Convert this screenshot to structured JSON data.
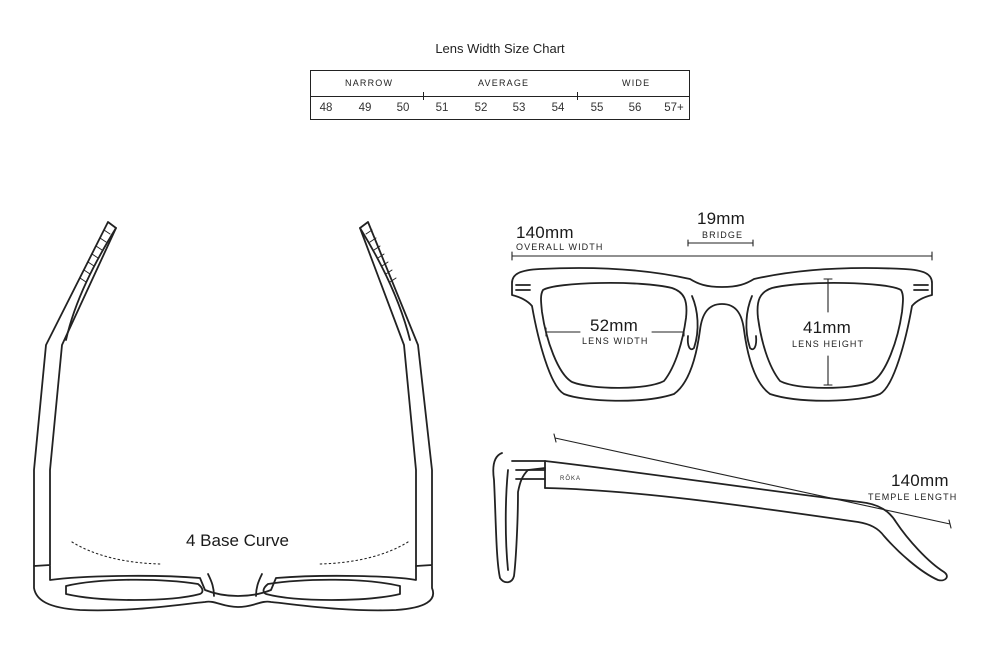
{
  "size_chart": {
    "title": "Lens Width Size Chart",
    "categories": [
      "NARROW",
      "AVERAGE",
      "WIDE"
    ],
    "sizes": [
      "48",
      "49",
      "50",
      "51",
      "52",
      "53",
      "54",
      "55",
      "56",
      "57+"
    ]
  },
  "top_view": {
    "curve_label": "4 Base Curve"
  },
  "front_view": {
    "overall_width_value": "140mm",
    "overall_width_label": "OVERALL WIDTH",
    "bridge_value": "19mm",
    "bridge_label": "BRIDGE",
    "lens_width_value": "52mm",
    "lens_width_label": "LENS WIDTH",
    "lens_height_value": "41mm",
    "lens_height_label": "LENS HEIGHT"
  },
  "side_view": {
    "temple_value": "140mm",
    "temple_label": "TEMPLE LENGTH",
    "brand_mark": "RŌKA"
  }
}
